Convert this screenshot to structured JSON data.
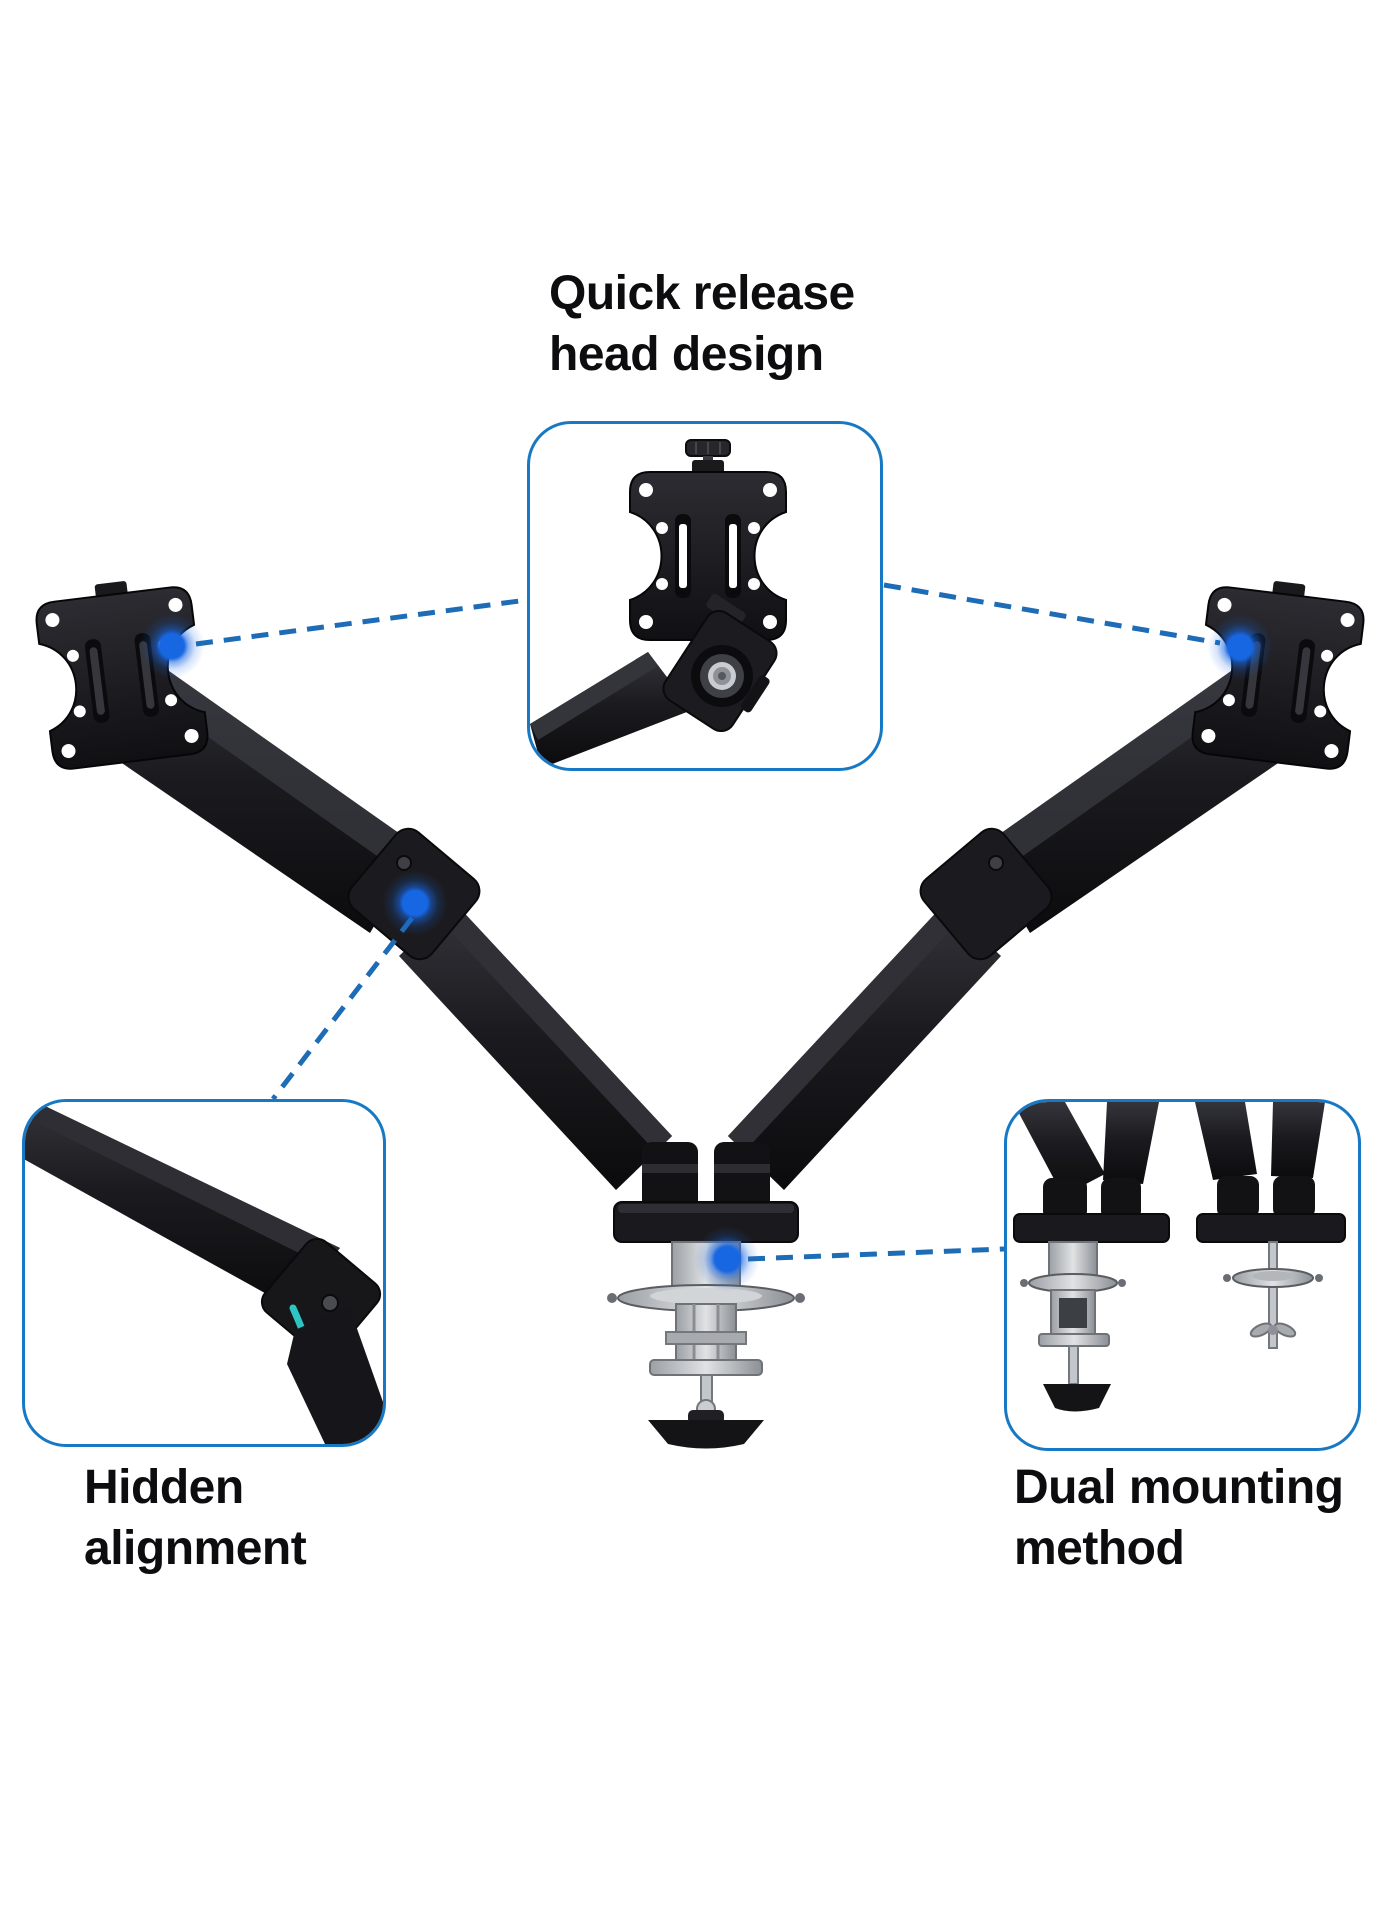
{
  "infographic": {
    "features": {
      "quick_release": {
        "line1": "Quick release",
        "line2": "head design"
      },
      "hidden_alignment": {
        "line1": "Hidden",
        "line2": "alignment"
      },
      "dual_mounting": {
        "line1": "Dual mounting",
        "line2": "method"
      }
    },
    "colors": {
      "background": "#ffffff",
      "accent": "#1779c4",
      "connector": "#1d6cb5",
      "dot": "#1766e2",
      "cable": "#2fc4c4",
      "text": "#0d0d0f",
      "product_black": "#1b1b1f",
      "metal_silver": "#c3c6c9"
    }
  }
}
